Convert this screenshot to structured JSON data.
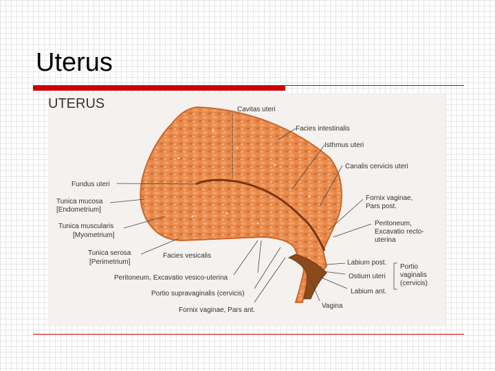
{
  "slide": {
    "title": "Uterus"
  },
  "figure": {
    "heading": "UTERUS",
    "labels": {
      "cavitas_uteri": "Cavitas uteri",
      "facies_intestinalis": "Facies intestinalis",
      "isthmus_uteri": "Isthmus uteri",
      "canalis_cervicis_uteri": "Canalis cervicis uteri",
      "fundus_uteri": "Fundus uteri",
      "tunica_mucosa": "Tunica mucosa",
      "endometrium": "[Endometrium]",
      "tunica_muscularis": "Tunica muscularis",
      "myometrium": "[Myometrium]",
      "tunica_serosa": "Tunica serosa",
      "perimetrium": "[Perimetrium]",
      "facies_vesicalis": "Facies vesicalis",
      "peritoneum_vesico": "Peritoneum, Excavatio vesico-uterina",
      "portio_supravaginalis": "Portio supravaginalis (cervicis)",
      "fornix_ant": "Fornix vaginae, Pars ant.",
      "vagina": "Vagina",
      "fornix_post_1": "Fornix vaginae,",
      "fornix_post_2": "Pars post.",
      "peritoneum_recto_1": "Peritoneum,",
      "peritoneum_recto_2": "Excavatio recto-",
      "peritoneum_recto_3": "uterina",
      "labium_post": "Labium post.",
      "ostium_uteri": "Ostium uteri",
      "labium_ant": "Labium ant.",
      "portio_vaginalis_1": "Portio",
      "portio_vaginalis_2": "vaginalis",
      "portio_vaginalis_3": "(cervicis)"
    },
    "colors": {
      "tissue": "#e98a4c",
      "tissue_edge": "#c9652a",
      "background": "#f4f1ee",
      "accent_rule": "#cc0000"
    }
  }
}
